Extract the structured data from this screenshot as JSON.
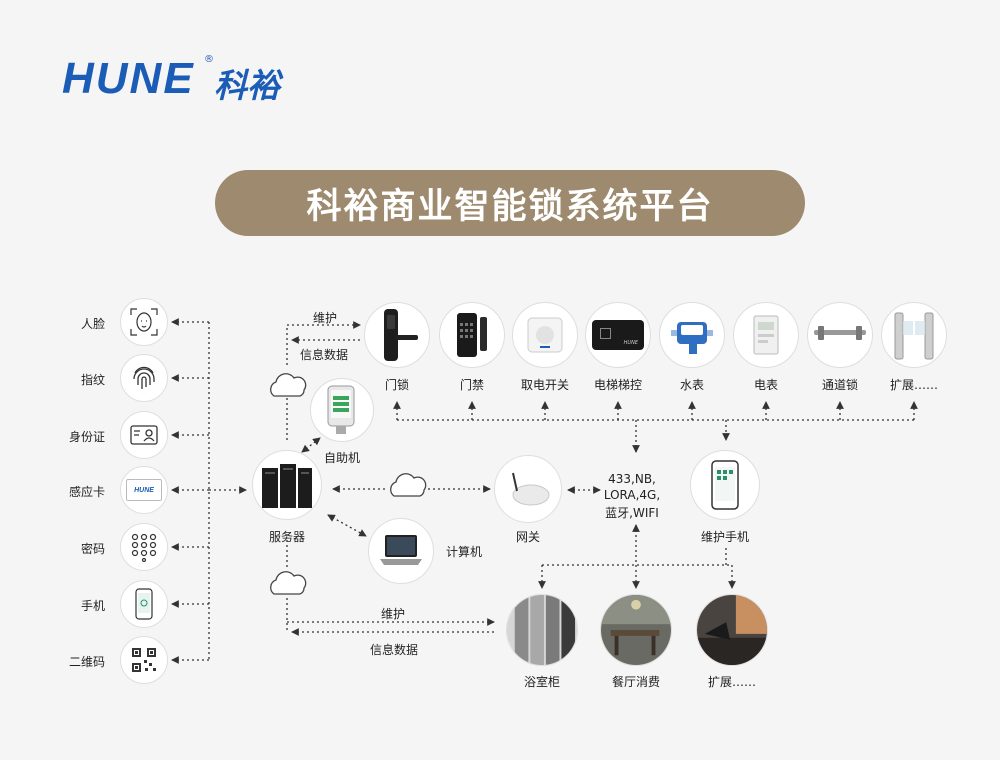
{
  "logo": {
    "latin": "HUNE",
    "registered": "®",
    "cn": "科裕"
  },
  "title": "科裕商业智能锁系统平台",
  "inputs": [
    {
      "label": "人脸",
      "icon": "face-scan-icon"
    },
    {
      "label": "指纹",
      "icon": "fingerprint-icon"
    },
    {
      "label": "身份证",
      "icon": "id-card-icon"
    },
    {
      "label": "感应卡",
      "icon": "hune-card-icon",
      "card_text": "HUNE"
    },
    {
      "label": "密码",
      "icon": "keypad-icon"
    },
    {
      "label": "手机",
      "icon": "phone-icon"
    },
    {
      "label": "二维码",
      "icon": "qr-code-icon"
    }
  ],
  "devices": [
    {
      "label": "门锁",
      "icon": "door-lock-icon"
    },
    {
      "label": "门禁",
      "icon": "access-control-icon"
    },
    {
      "label": "取电开关",
      "icon": "power-switch-icon"
    },
    {
      "label": "电梯梯控",
      "icon": "elevator-control-icon",
      "device_text": "HUNE"
    },
    {
      "label": "水表",
      "icon": "water-meter-icon"
    },
    {
      "label": "电表",
      "icon": "electric-meter-icon"
    },
    {
      "label": "通道锁",
      "icon": "panic-bar-icon"
    },
    {
      "label": "扩展……",
      "icon": "turnstile-gate-icon"
    }
  ],
  "center": {
    "server": "服务器",
    "kiosk": "自助机",
    "computer": "计算机",
    "gateway": "网关",
    "protocols": [
      "433,NB,",
      "LORA,4G,",
      "蓝牙,WIFI"
    ],
    "maint_phone": "维护手机"
  },
  "link_labels": {
    "top_maint": "维护",
    "top_info": "信息数据",
    "bottom_maint": "维护",
    "bottom_info": "信息数据"
  },
  "bottom_items": [
    {
      "label": "浴室柜",
      "icon": "locker-photo"
    },
    {
      "label": "餐厅消费",
      "icon": "restaurant-photo"
    },
    {
      "label": "扩展……",
      "icon": "gym-photo"
    }
  ],
  "colors": {
    "brand": "#1b5cb6",
    "banner": "#9e8a6e",
    "background": "#f5f5f5"
  }
}
